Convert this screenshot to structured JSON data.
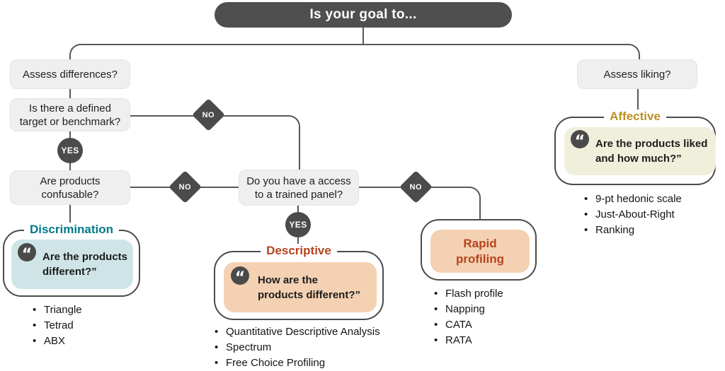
{
  "root_question": "Is your goal to...",
  "labels": {
    "yes": "YES",
    "no": "NO",
    "quote_mark": "“"
  },
  "questions": {
    "assess_differences": "Assess differences?",
    "defined_target": "Is there a defined\ntarget or benchmark?",
    "products_confusable": "Are products\nconfusable?",
    "trained_panel": "Do you have a access\nto a trained panel?",
    "assess_liking": "Assess liking?"
  },
  "methods": {
    "discrimination": {
      "title": "Discrimination",
      "quote": "Are the products\ndifferent?”",
      "items": [
        "Triangle",
        "Tetrad",
        "ABX"
      ],
      "accent_color": "#00798a",
      "fill_color": "#cfe4e6"
    },
    "descriptive": {
      "title": "Descriptive",
      "quote": "How are the\nproducts different?”",
      "items": [
        "Quantitative Descriptive Analysis",
        "Spectrum",
        "Free Choice Profiling"
      ],
      "accent_color": "#b5441f",
      "fill_color": "#f4d1b2"
    },
    "rapid_profiling": {
      "title": "Rapid\nprofiling",
      "items": [
        "Flash profile",
        "Napping",
        "CATA",
        "RATA"
      ],
      "accent_color": "#b5441f",
      "fill_color": "#f4d1b2"
    },
    "affective": {
      "title": "Affective",
      "quote": "Are the products liked\nand how much?”",
      "items": [
        "9-pt hedonic scale",
        "Just-About-Right",
        "Ranking"
      ],
      "accent_color": "#bf8f25",
      "fill_color": "#f0efdc"
    }
  },
  "colors": {
    "node_dark": "#4b4b4b",
    "root_pill": "#4f4f4f",
    "connector_line": "#57585a",
    "question_fill": "#efefef",
    "container_border": "#4a4a4a"
  }
}
